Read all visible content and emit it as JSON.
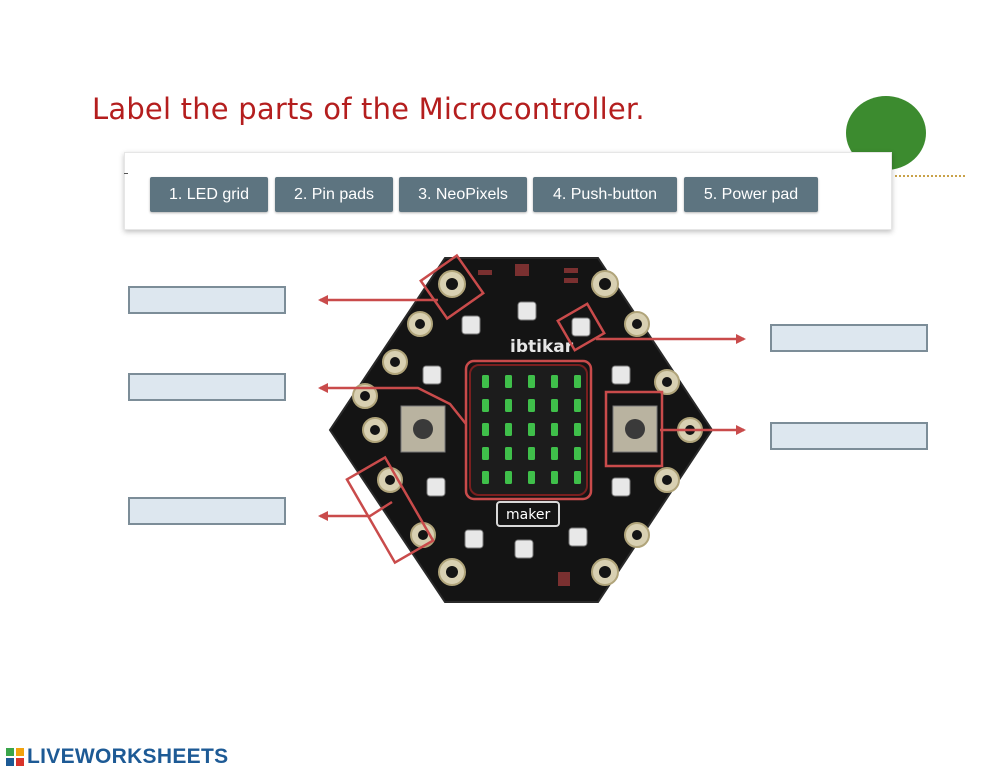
{
  "title": "Label the parts of the Microcontroller.",
  "word_bank": [
    {
      "label": "1. LED grid"
    },
    {
      "label": "2. Pin pads"
    },
    {
      "label": "3. NeoPixels"
    },
    {
      "label": "4. Push-button"
    },
    {
      "label": "5. Power pad"
    }
  ],
  "board": {
    "brand_text": "ibtikar",
    "badge_text": "maker",
    "led_rows": 5,
    "led_cols": 5
  },
  "answer_boxes": [
    {
      "id": "top-left",
      "value": ""
    },
    {
      "id": "middle-left",
      "value": ""
    },
    {
      "id": "bottom-left",
      "value": ""
    },
    {
      "id": "top-right",
      "value": ""
    },
    {
      "id": "middle-right",
      "value": ""
    }
  ],
  "footer": {
    "brand": "LIVEWORKSHEETS"
  },
  "colors": {
    "title": "#b41e1e",
    "chip_bg": "#5d7480",
    "arrow": "#c94b4b",
    "board": "#141414",
    "led": "#3fbf4a",
    "answer_box_bg": "#dde7ef",
    "brand": "#1d5a95"
  }
}
